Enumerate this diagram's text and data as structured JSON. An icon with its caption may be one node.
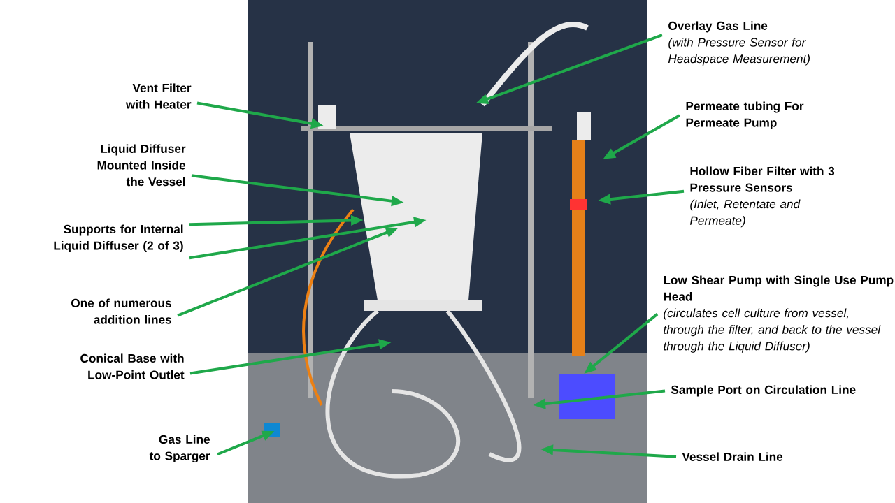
{
  "diagram": {
    "nodes": [
      {
        "text": [
          "Vent Filter with Heater"
        ]
      },
      {
        "text": [
          "Liquid Diffuser Mounted Inside the Vessel"
        ]
      },
      {
        "text": [
          "Supports for Internal Liquid Diffuser (2 of 3)"
        ]
      },
      {
        "text": [
          "One of numerous addition lines"
        ]
      },
      {
        "text": [
          "Conical Base with Low-Point Outlet"
        ]
      },
      {
        "text": [
          "Gas Line to Sparger"
        ]
      },
      {
        "text": [
          "Overlay Gas Line",
          "(with Pressure Sensor for Headspace Measurement)"
        ]
      },
      {
        "text": [
          "Permeate tubing For Permeate Pump"
        ]
      },
      {
        "text": [
          "Hollow Fiber Filter with 3 Pressure Sensors",
          "(Inlet, Retentate and Permeate)"
        ]
      },
      {
        "text": [
          "Low Shear Pump with Single Use Pump Head",
          "(circulates cell culture from vessel, through the filter, and back to the vessel through the Liquid Diffuser)"
        ]
      },
      {
        "text": [
          "Sample Port on Circulation Line"
        ]
      },
      {
        "text": [
          "Vessel Drain Line"
        ]
      }
    ],
    "edges": [
      {
        "from": 0,
        "to": null,
        "arrow": "to"
      },
      {
        "from": 1,
        "to": null,
        "arrow": "to"
      },
      {
        "from": 2,
        "to": null,
        "arrow": "to"
      },
      {
        "from": 2,
        "to": null,
        "arrow": "to"
      },
      {
        "from": 3,
        "to": null,
        "arrow": "to"
      },
      {
        "from": 4,
        "to": null,
        "arrow": "to"
      },
      {
        "from": 5,
        "to": null,
        "arrow": "to"
      },
      {
        "from": 6,
        "to": null,
        "arrow": "to"
      },
      {
        "from": 7,
        "to": null,
        "arrow": "to"
      },
      {
        "from": 8,
        "to": null,
        "arrow": "to"
      },
      {
        "from": 9,
        "to": null,
        "arrow": "to"
      },
      {
        "from": 10,
        "to": null,
        "arrow": "to"
      },
      {
        "from": 11,
        "to": null,
        "arrow": "to"
      }
    ]
  }
}
